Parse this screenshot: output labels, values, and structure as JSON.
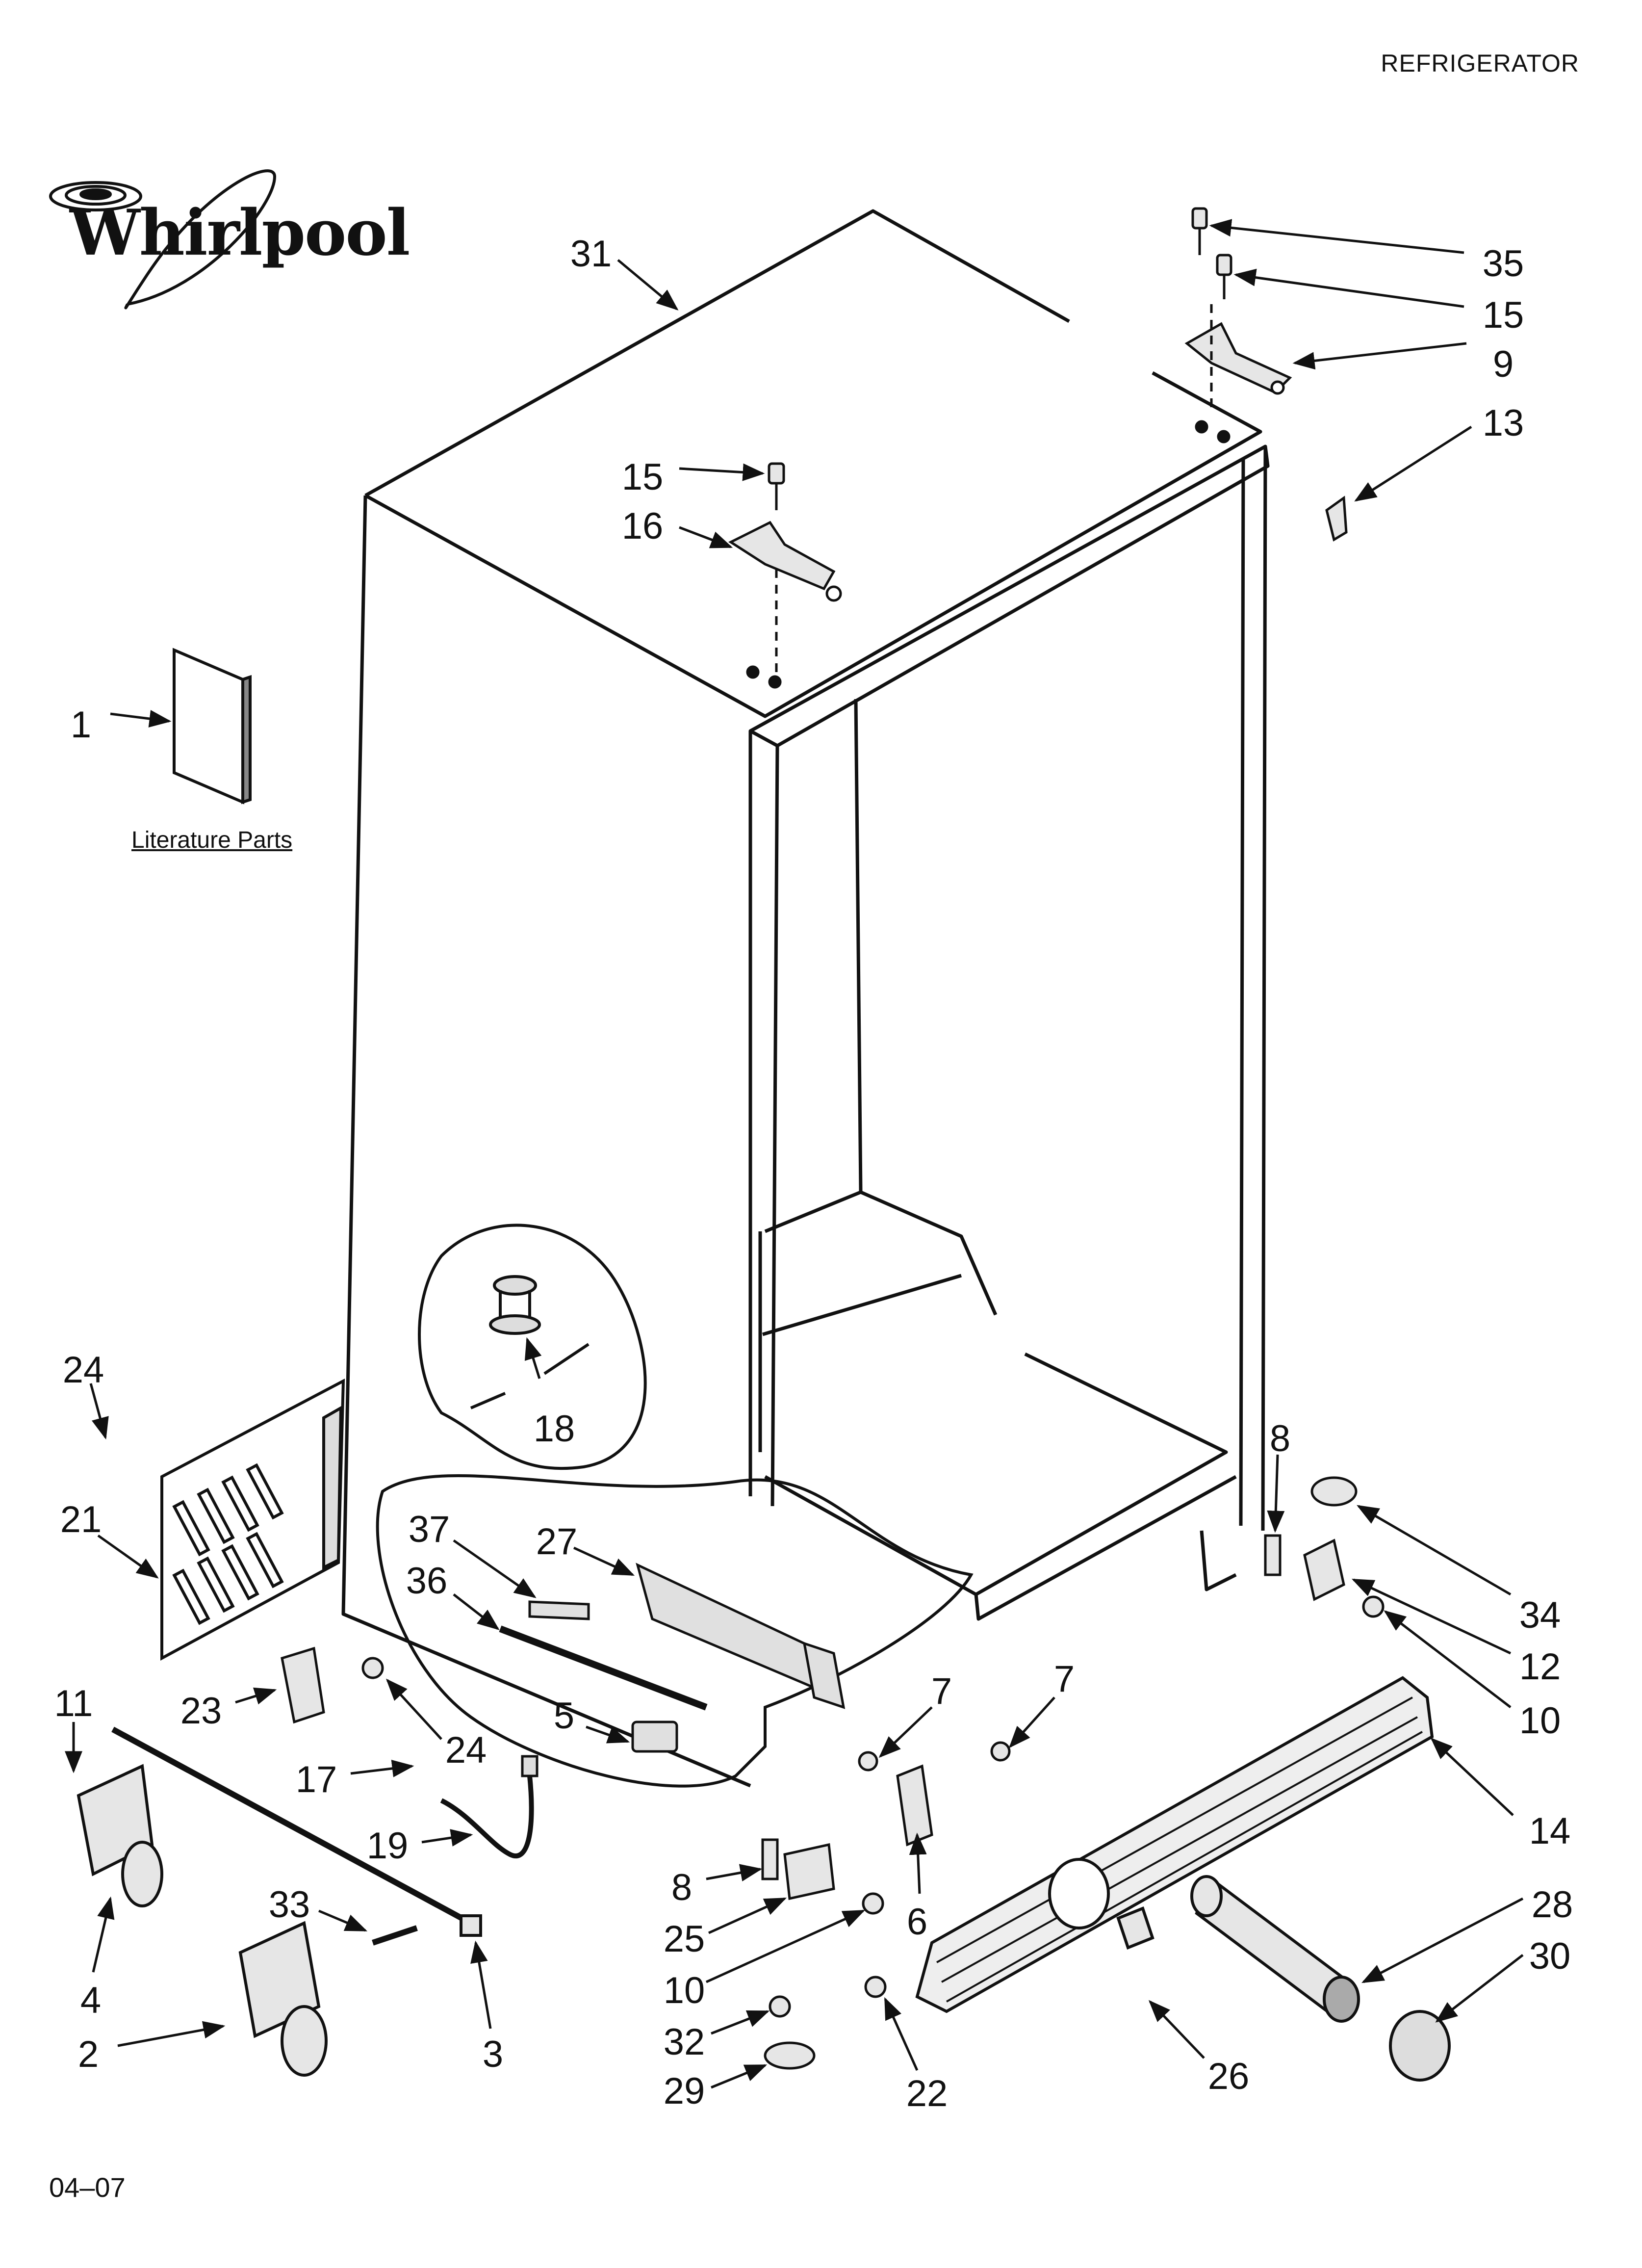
{
  "header": {
    "title": "REFRIGERATOR"
  },
  "brand": {
    "name": "Whirlpool"
  },
  "literature_label": "Literature Parts",
  "footer": {
    "code": "04–07"
  },
  "callouts": [
    "31",
    "35",
    "15",
    "9",
    "13",
    "15",
    "16",
    "1",
    "18",
    "24",
    "21",
    "37",
    "27",
    "36",
    "8",
    "34",
    "12",
    "10",
    "7",
    "7",
    "11",
    "23",
    "24",
    "5",
    "17",
    "19",
    "14",
    "28",
    "30",
    "8",
    "25",
    "6",
    "10",
    "33",
    "4",
    "2",
    "3",
    "32",
    "29",
    "22",
    "26"
  ],
  "colors": {
    "line": "#111111",
    "part_fill": "#dcdcdc",
    "background": "#ffffff"
  }
}
